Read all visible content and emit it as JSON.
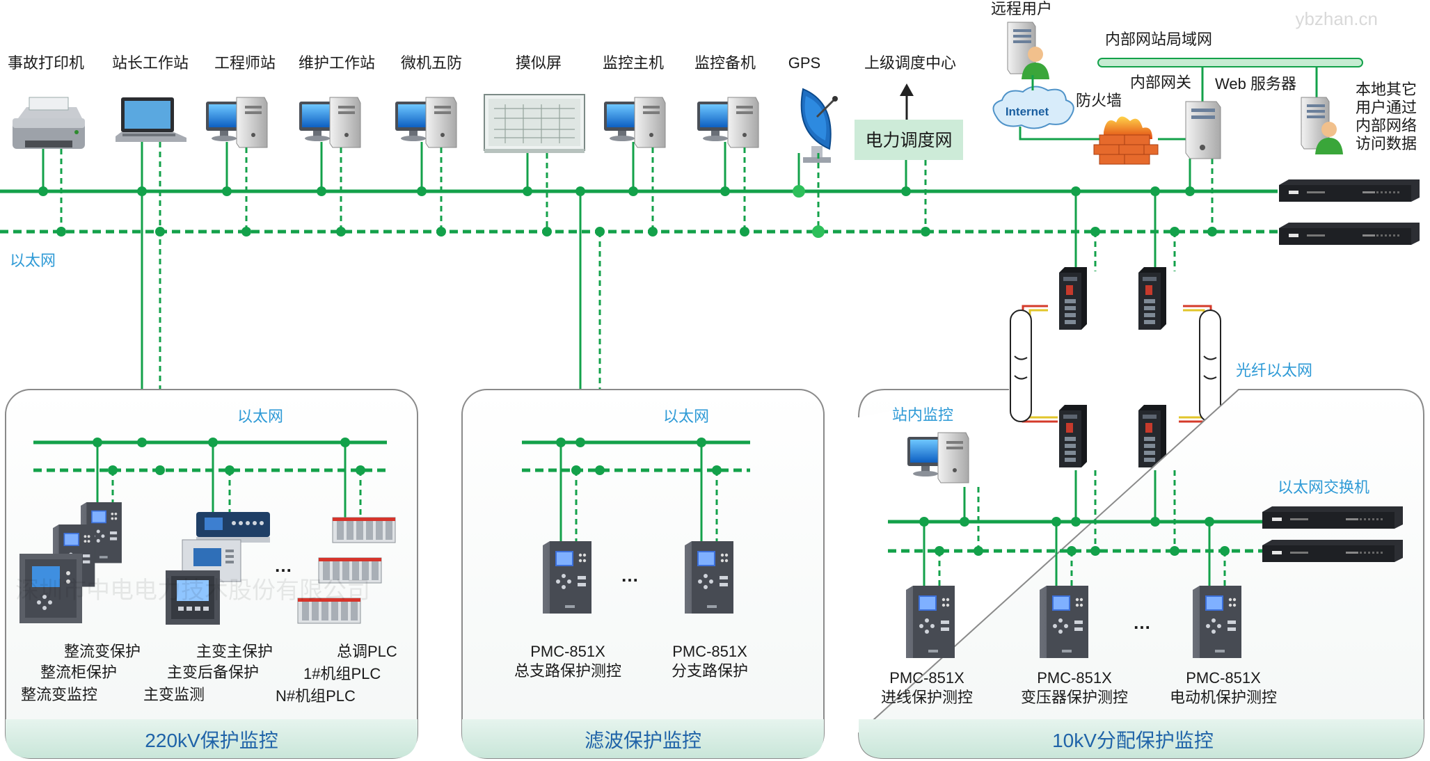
{
  "watermark_top": "ybzhan.cn",
  "watermark_mid": "深圳市中电电力技术股份有限公司",
  "top_devices": [
    {
      "id": "printer",
      "label": "事故打印机"
    },
    {
      "id": "laptop",
      "label": "站长工作站"
    },
    {
      "id": "eng",
      "label": "工程师站"
    },
    {
      "id": "maint",
      "label": "维护工作站"
    },
    {
      "id": "wufang",
      "label": "微机五防"
    },
    {
      "id": "screen",
      "label": "摸似屏"
    },
    {
      "id": "mon1",
      "label": "监控主机"
    },
    {
      "id": "mon2",
      "label": "监控备机"
    },
    {
      "id": "gps",
      "label": "GPS"
    },
    {
      "id": "dispatch",
      "label": "上级调度中心"
    }
  ],
  "power_net": "电力调度网",
  "ethernet_label": "以太网",
  "remote_user": "远程用户",
  "internet": "Internet",
  "intranet": "内部网站局域网",
  "gateway": "内部网关",
  "web_server": "Web 服务器",
  "firewall": "防火墙",
  "local_users": [
    "本地其它",
    "用户通过",
    "内部网络",
    "访问数据"
  ],
  "fiber_label": "光纤以太网",
  "station_monitor": "站内监控",
  "switch_label": "以太网交换机",
  "ellipsis": "…",
  "panels": {
    "p220": {
      "title": "220kV保护监控",
      "ethernet": "以太网",
      "labels": [
        "整流变保护",
        "整流柜保护",
        "整流变监控",
        "主变主保护",
        "主变后备保护",
        "主变监测",
        "总调PLC",
        "1#机组PLC",
        "N#机组PLC"
      ]
    },
    "filter": {
      "title": "滤波保护监控",
      "ethernet": "以太网",
      "dev1": [
        "PMC-851X",
        "总支路保护测控"
      ],
      "dev2": [
        "PMC-851X",
        "分支路保护"
      ]
    },
    "p10": {
      "title": "10kV分配保护监控",
      "dev1": [
        "PMC-851X",
        "进线保护测控"
      ],
      "dev2": [
        "PMC-851X",
        "变压器保护测控"
      ],
      "dev3": [
        "PMC-851X",
        "电动机保护测控"
      ]
    }
  },
  "colors": {
    "bus": "#13a14a",
    "panel_border": "#8a8a8a",
    "panel_title_bg": "#d6ede3",
    "accent": "#2e9ad6"
  }
}
